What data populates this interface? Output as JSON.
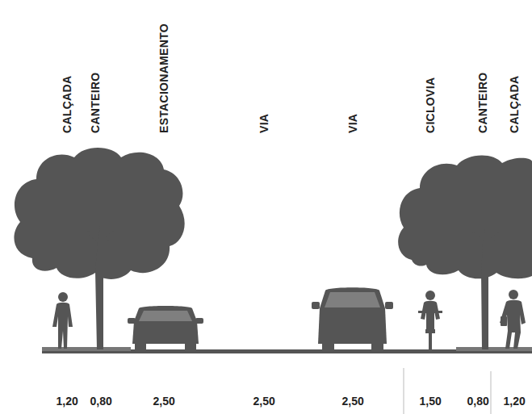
{
  "diagram": {
    "labels": [
      "CALÇADA",
      "CANTEIRO",
      "ESTACIONAMENTO",
      "VIA",
      "VIA",
      "CICLOVIA",
      "CANTEIRO",
      "CALÇADA",
      "1,20",
      "0,80",
      "2,50",
      "2,50",
      "2,50",
      "1,50",
      "0,80",
      "1,20"
    ]
  }
}
